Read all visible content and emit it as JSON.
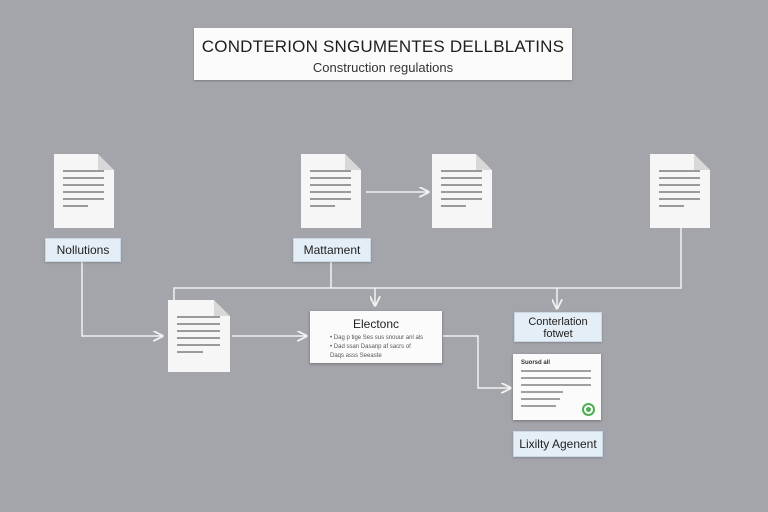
{
  "header": {
    "title": "CONDTERION SNGUMENTES DELLBLATINS",
    "subtitle": "Construction regulations"
  },
  "labels": {
    "nollutions": "Nollutions",
    "mattament": "Mattament",
    "conterlation": "Conterlation\nfotwet",
    "lixilty": "Lixilty Agenent"
  },
  "center_panel": {
    "title": "Electonc",
    "rows": [
      "• Dag p tige Ses sus snouur anl als",
      "• Dad ssan Dasanp af sacrs of",
      "   Daqs asss Seeaste"
    ]
  },
  "result_card": {
    "heading": "Suorsd all"
  },
  "icons": {
    "document": "document-icon",
    "check": "check-icon"
  },
  "colors": {
    "background": "#a4a5aa",
    "label_fill": "#e3eef6",
    "check_green": "#4caf50"
  }
}
